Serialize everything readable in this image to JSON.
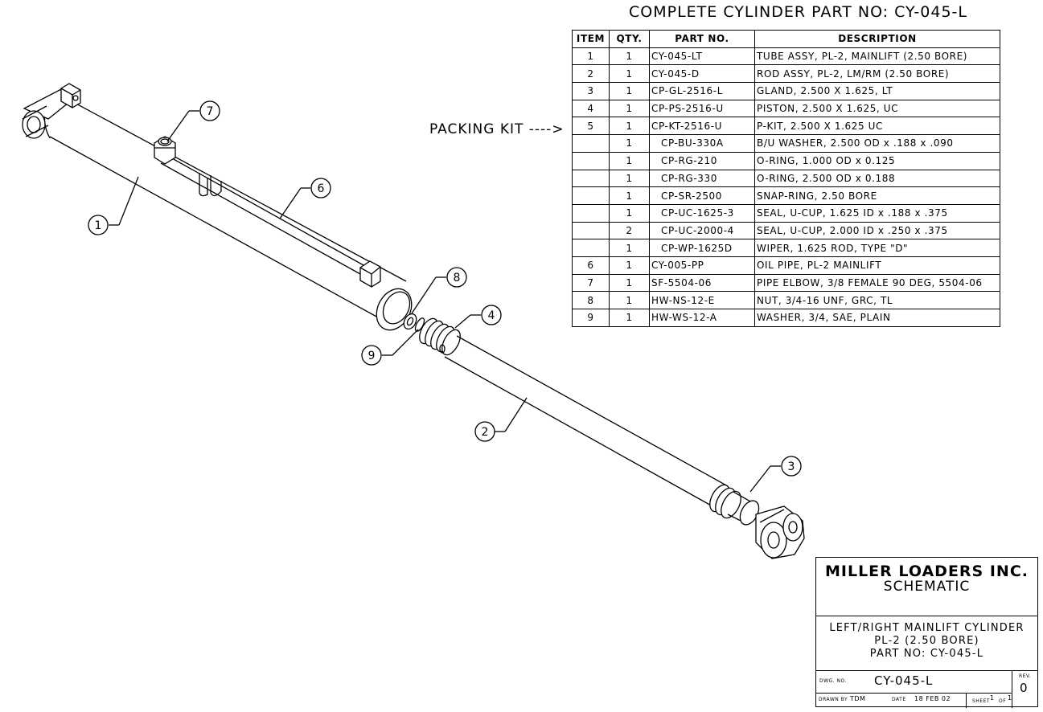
{
  "title": "COMPLETE CYLINDER PART NO: CY-045-L",
  "bom": {
    "headers": [
      "ITEM",
      "QTY.",
      "PART NO.",
      "DESCRIPTION"
    ],
    "rows": [
      {
        "item": "1",
        "qty": "1",
        "part": "CY-045-LT",
        "desc": "TUBE ASSY, PL-2, MAINLIFT (2.50 BORE)",
        "sub": false
      },
      {
        "item": "2",
        "qty": "1",
        "part": "CY-045-D",
        "desc": "ROD ASSY, PL-2, LM/RM (2.50 BORE)",
        "sub": false
      },
      {
        "item": "3",
        "qty": "1",
        "part": "CP-GL-2516-L",
        "desc": "GLAND, 2.500 X 1.625, LT",
        "sub": false
      },
      {
        "item": "4",
        "qty": "1",
        "part": "CP-PS-2516-U",
        "desc": "PISTON, 2.500 X 1.625, UC",
        "sub": false
      },
      {
        "item": "5",
        "qty": "1",
        "part": "CP-KT-2516-U",
        "desc": "P-KIT, 2.500 X 1.625 UC",
        "sub": false
      },
      {
        "item": "",
        "qty": "1",
        "part": "CP-BU-330A",
        "desc": "B/U WASHER, 2.500 OD x .188 x .090",
        "sub": true
      },
      {
        "item": "",
        "qty": "1",
        "part": "CP-RG-210",
        "desc": "O-RING, 1.000 OD x 0.125",
        "sub": true
      },
      {
        "item": "",
        "qty": "1",
        "part": "CP-RG-330",
        "desc": "O-RING, 2.500 OD x 0.188",
        "sub": true
      },
      {
        "item": "",
        "qty": "1",
        "part": "CP-SR-2500",
        "desc": "SNAP-RING, 2.50 BORE",
        "sub": true
      },
      {
        "item": "",
        "qty": "1",
        "part": "CP-UC-1625-3",
        "desc": "SEAL, U-CUP, 1.625 ID x .188 x .375",
        "sub": true
      },
      {
        "item": "",
        "qty": "2",
        "part": "CP-UC-2000-4",
        "desc": "SEAL, U-CUP, 2.000 ID x .250 x .375",
        "sub": true
      },
      {
        "item": "",
        "qty": "1",
        "part": "CP-WP-1625D",
        "desc": "WIPER, 1.625 ROD, TYPE \"D\"",
        "sub": true
      },
      {
        "item": "6",
        "qty": "1",
        "part": "CY-005-PP",
        "desc": "OIL PIPE, PL-2 MAINLIFT",
        "sub": false
      },
      {
        "item": "7",
        "qty": "1",
        "part": "SF-5504-06",
        "desc": "PIPE ELBOW, 3/8 FEMALE 90 DEG, 5504-06",
        "sub": false
      },
      {
        "item": "8",
        "qty": "1",
        "part": "HW-NS-12-E",
        "desc": "NUT, 3/4-16 UNF, GRC, TL",
        "sub": false
      },
      {
        "item": "9",
        "qty": "1",
        "part": "HW-WS-12-A",
        "desc": "WASHER, 3/4, SAE, PLAIN",
        "sub": false
      }
    ]
  },
  "packing_kit_label": "PACKING KIT ---->",
  "balloons": [
    "1",
    "2",
    "3",
    "4",
    "6",
    "7",
    "8",
    "9"
  ],
  "title_block": {
    "company": "MILLER LOADERS INC.",
    "subtitle": "SCHEMATIC",
    "desc_line1": "LEFT/RIGHT MAINLIFT CYLINDER",
    "desc_line2": "PL-2 (2.50 BORE)",
    "desc_line3": "PART NO: CY-045-L",
    "dwg_label": "DWG. NO.",
    "dwg_no": "CY-045-L",
    "rev_label": "REV.",
    "rev": "0",
    "drawn_by_label": "DRAWN BY",
    "drawn_by": "TDM",
    "date_label": "DATE",
    "date": "18 FEB 02",
    "sheet_label": "SHEET",
    "sheet": "1",
    "of_label": "OF",
    "sheets": "1"
  }
}
